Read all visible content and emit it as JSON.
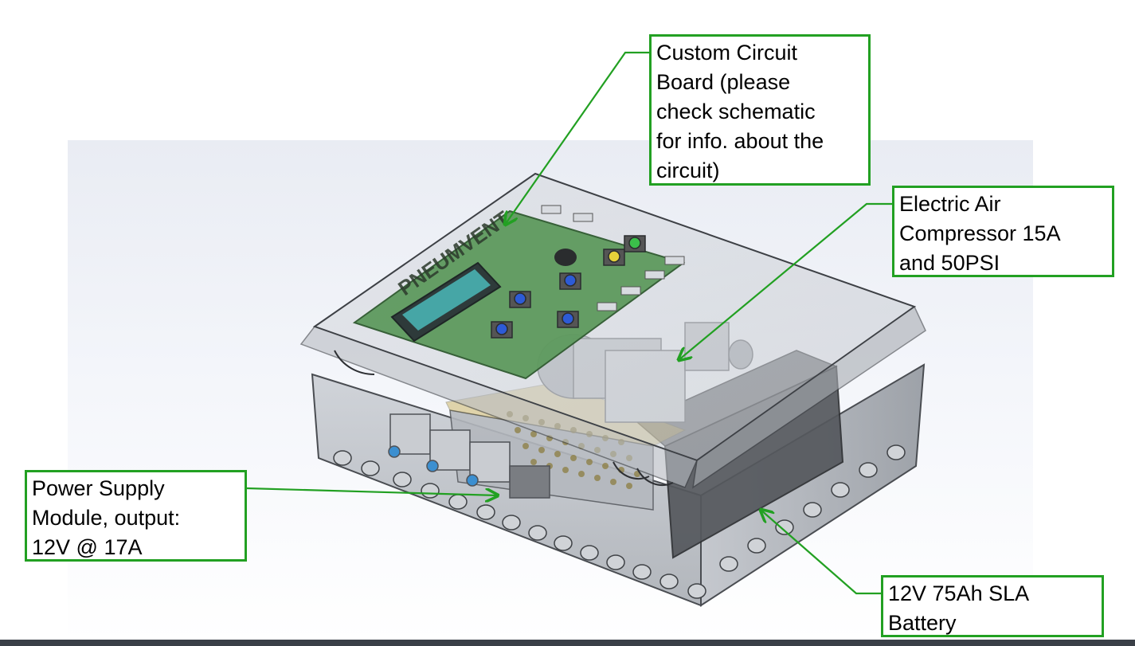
{
  "callouts": {
    "circuit_board": {
      "lines": [
        "Custom Circuit",
        "Board (please",
        "check schematic",
        "for info. about the",
        "circuit)"
      ]
    },
    "air_compressor": {
      "lines": [
        "Electric Air",
        "Compressor 15A",
        "and 50PSI"
      ]
    },
    "power_supply": {
      "lines": [
        "Power Supply",
        "Module, output:",
        "12V @ 17A"
      ]
    },
    "battery": {
      "lines": [
        "12V 75Ah SLA",
        "Battery"
      ]
    }
  },
  "board": {
    "brand": "PNEUMVENT"
  },
  "colors": {
    "callout_border": "#22a022",
    "leader_line": "#22a022",
    "pcb": "#5e9a5e",
    "lcd": "#46a6a6",
    "enclosure": "#c9ccd1",
    "battery": "#5a5c60",
    "button_blue": "#2d5bd6",
    "button_yellow": "#e6d23a",
    "button_green": "#3bbf4a"
  }
}
